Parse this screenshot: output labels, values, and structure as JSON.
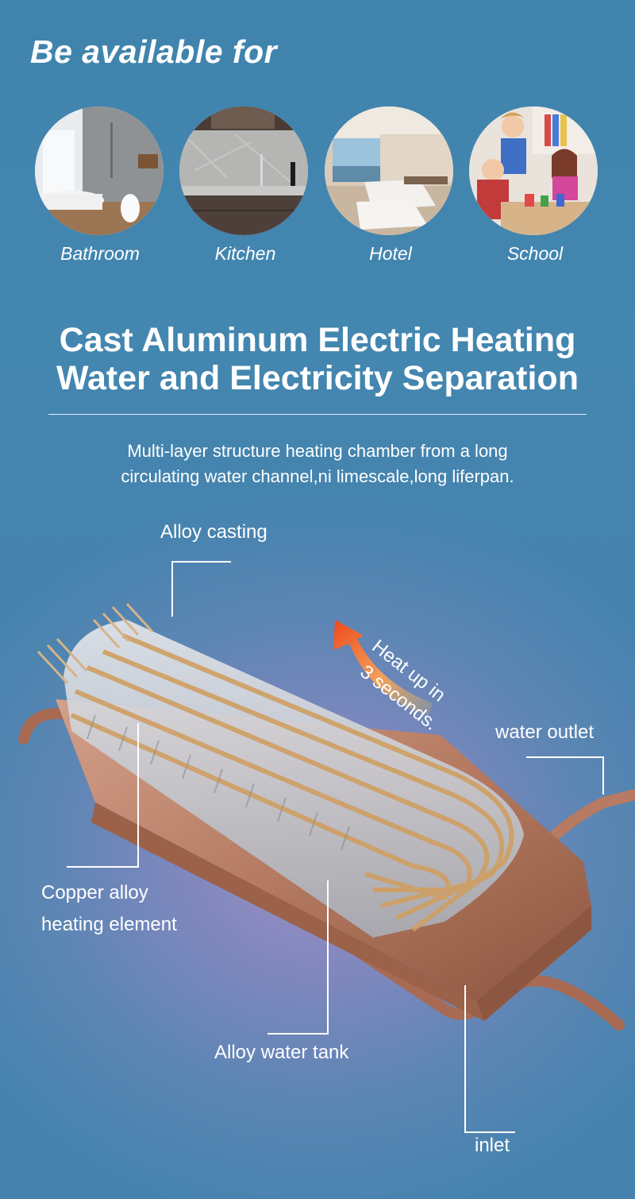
{
  "available": {
    "title": "Be available for",
    "items": [
      {
        "label": "Bathroom",
        "icon": "bathroom-photo"
      },
      {
        "label": "Kitchen",
        "icon": "kitchen-photo"
      },
      {
        "label": "Hotel",
        "icon": "hotel-photo"
      },
      {
        "label": "School",
        "icon": "school-photo"
      }
    ]
  },
  "heading": {
    "line1": "Cast Aluminum Electric Heating",
    "line2": "Water and Electricity Separation"
  },
  "description": {
    "line1": "Multi-layer structure heating chamber from a long",
    "line2": "circulating water channel,ni limescale,long liferpan."
  },
  "diagram": {
    "heat_text_line1": "Heat up in",
    "heat_text_line2": "3 seconds.",
    "labels": {
      "alloy_casting": "Alloy casting",
      "water_outlet": "water outlet",
      "copper_line1": "Copper alloy",
      "copper_line2": "heating element",
      "alloy_tank": "Alloy water tank",
      "inlet": "inlet"
    }
  },
  "colors": {
    "background": "#4384ad",
    "copper": "#b87c63",
    "coil": "#d2a874",
    "glass": "#c9cdd4",
    "arrow": "#ee5a2a"
  }
}
